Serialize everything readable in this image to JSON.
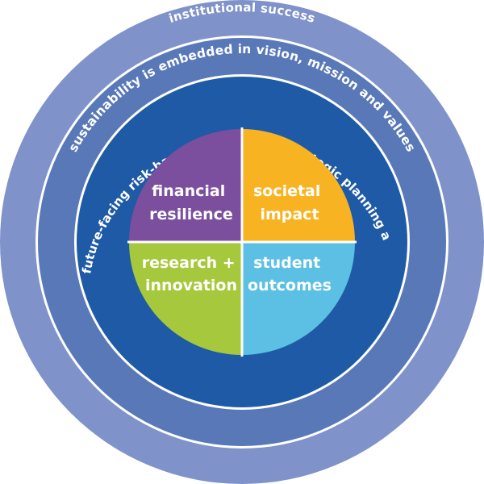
{
  "colors": {
    "outer_ring": "#7f92c9",
    "middle_ring": "#5878b8",
    "inner_ring": "#1e5aa6",
    "separator": "#ffffff",
    "financial": "#7b4f9e",
    "societal": "#f8b323",
    "research": "#a6c83c",
    "student": "#5bc0e4"
  },
  "rings": {
    "outer_label": "institutional success",
    "middle_label": "sustainability is embedded in vision, mission and values",
    "inner_label": "future-facing risk-based approach to strategic planning and management"
  },
  "quadrants": {
    "financial": {
      "line1": "financial",
      "line2": "resilience"
    },
    "societal": {
      "line1": "societal",
      "line2": "impact"
    },
    "research": {
      "line1": "research +",
      "line2": "innovation"
    },
    "student": {
      "line1": "student",
      "line2": "outcomes"
    }
  }
}
